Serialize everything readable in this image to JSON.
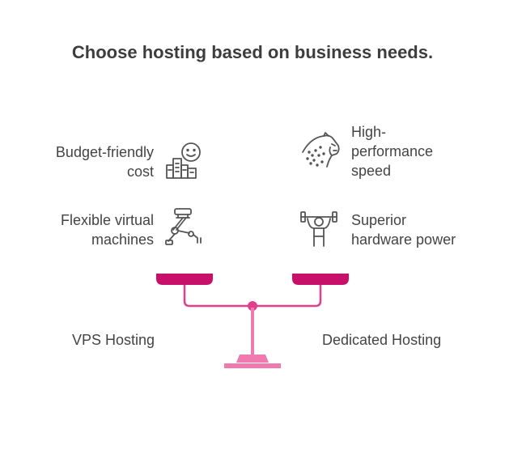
{
  "title": "Choose hosting based on business needs.",
  "left": {
    "name": "VPS Hosting",
    "features": [
      {
        "line1": "Budget-friendly",
        "line2": "cost",
        "icon": "happy-building-icon"
      },
      {
        "line1": "Flexible virtual",
        "line2": "machines",
        "icon": "robot-arm-icon"
      }
    ]
  },
  "right": {
    "name": "Dedicated Hosting",
    "features": [
      {
        "line1": "High-",
        "line2": "performance",
        "line3": "speed",
        "icon": "cheetah-icon"
      },
      {
        "line1": "Superior",
        "line2": "hardware power",
        "icon": "weightlifter-icon"
      }
    ]
  },
  "colors": {
    "pan": "#c8106a",
    "beam": "#e0408a",
    "stand": "#f07ab0",
    "text": "#444444",
    "icon": "#555555"
  }
}
